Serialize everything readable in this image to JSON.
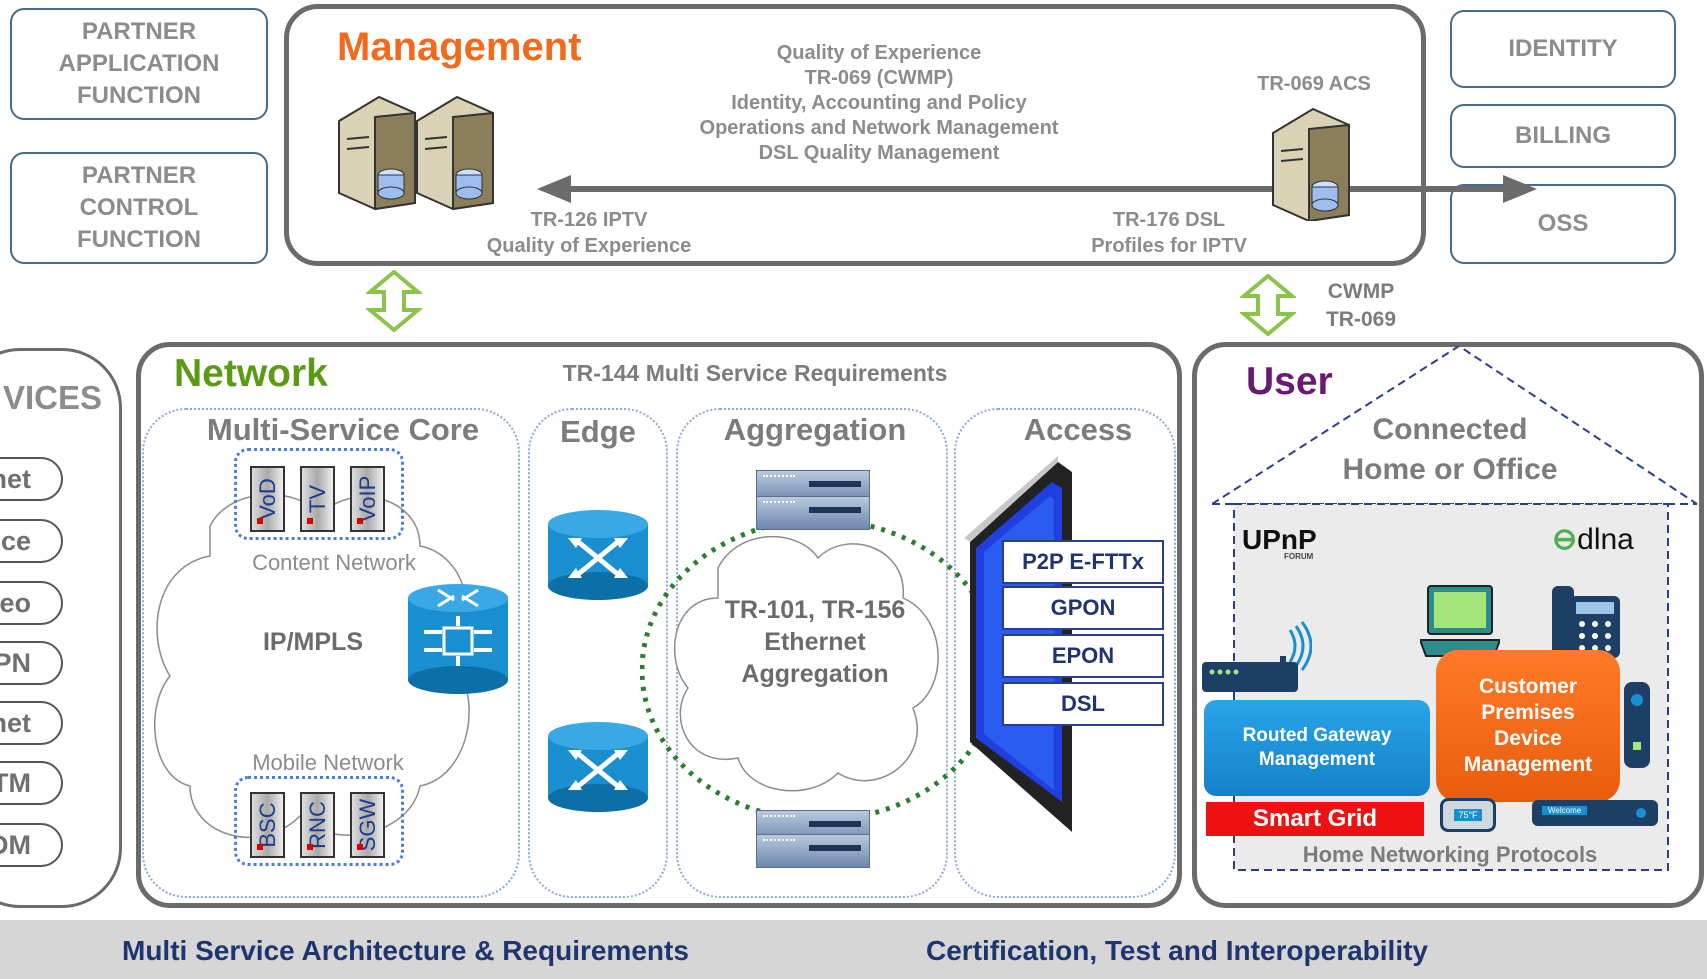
{
  "side_left": {
    "partner_app": [
      "PARTNER",
      "APPLICATION",
      "FUNCTION"
    ],
    "partner_ctrl": [
      "PARTNER",
      "CONTROL",
      "FUNCTION"
    ]
  },
  "side_right": {
    "identity": "IDENTITY",
    "billing": "BILLING",
    "oss": "OSS"
  },
  "management": {
    "title": "Management",
    "center_lines": [
      "Quality of Experience",
      "TR-069 (CWMP)",
      "Identity, Accounting and Policy",
      "Operations and Network Management",
      "DSL Quality Management"
    ],
    "acs_label": "TR-069 ACS",
    "left_label": [
      "TR-126 IPTV",
      "Quality of Experience"
    ],
    "right_label": [
      "TR-176 DSL",
      "Profiles for IPTV"
    ]
  },
  "cwmp_label": [
    "CWMP",
    "TR-069"
  ],
  "services": {
    "title": "VICES",
    "items": [
      "ernet",
      "oice",
      "ideo",
      "VPN",
      "ernet",
      "ATM",
      "DM"
    ]
  },
  "network": {
    "title": "Network",
    "subtitle": "TR-144 Multi Service Requirements",
    "zones": {
      "core": "Multi-Service Core",
      "edge": "Edge",
      "aggregation": "Aggregation",
      "access": "Access"
    },
    "content_network": "Content Network",
    "content_items": [
      "VoD",
      "TV",
      "VoIP"
    ],
    "ip_mpls": "IP/MPLS",
    "mobile_network": "Mobile Network",
    "mobile_items": [
      "BSC",
      "RNC",
      "SGW"
    ],
    "aggregation_text": [
      "TR-101, TR-156",
      "Ethernet",
      "Aggregation"
    ],
    "access_items": [
      "P2P E-FTTx",
      "GPON",
      "EPON",
      "DSL"
    ]
  },
  "user": {
    "title": "User",
    "home_label": [
      "Connected",
      "Home or Office"
    ],
    "upnp": "UPnP",
    "upnp_sub": "FORUM",
    "dlna": "dlna",
    "routed_gateway": [
      "Routed Gateway",
      "Management"
    ],
    "cpe": [
      "Customer",
      "Premises",
      "Device",
      "Management"
    ],
    "smart_grid": "Smart Grid",
    "thermo": "75°F",
    "welcome": "Welcome",
    "home_protocols": "Home Networking Protocols"
  },
  "footer": {
    "left": "Multi Service Architecture & Requirements",
    "right": "Certification, Test and Interoperability"
  },
  "colors": {
    "management": "#f26b1d",
    "network": "#5a9a14",
    "user": "#6a1a73",
    "footer_text": "#1f3570",
    "footer_bg": "#d6d6d6",
    "arrow_green": "#8cc34a"
  }
}
